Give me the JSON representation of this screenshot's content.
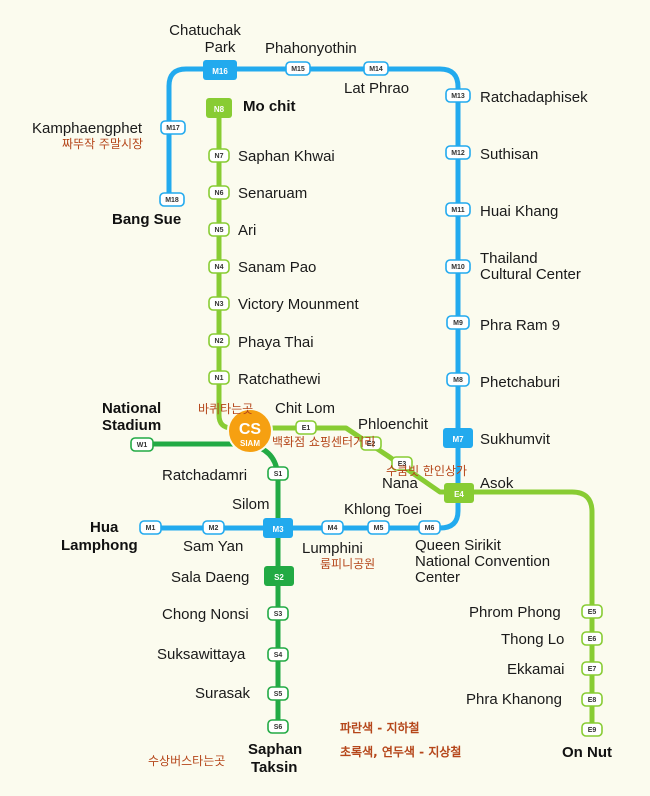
{
  "colors": {
    "blue_line": "#22aaee",
    "light_green_line": "#88cc33",
    "dark_green_line": "#22aa44",
    "interchange_orange": "#f6a011",
    "background": "#fbfbee"
  },
  "codes": {
    "M1": "M1",
    "M2": "M2",
    "M3": "M3",
    "M4": "M4",
    "M5": "M5",
    "M6": "M6",
    "M7": "M7",
    "M8": "M8",
    "M9": "M9",
    "M10": "M10",
    "M11": "M11",
    "M12": "M12",
    "M13": "M13",
    "M14": "M14",
    "M15": "M15",
    "M16": "M16",
    "M17": "M17",
    "M18": "M18",
    "N1": "N1",
    "N2": "N2",
    "N3": "N3",
    "N4": "N4",
    "N5": "N5",
    "N6": "N6",
    "N7": "N7",
    "N8": "N8",
    "E1": "E1",
    "E2": "E2",
    "E3": "E3",
    "E4": "E4",
    "E5": "E5",
    "E6": "E6",
    "E7": "E7",
    "E8": "E8",
    "E9": "E9",
    "S1": "S1",
    "S2": "S2",
    "S3": "S3",
    "S4": "S4",
    "S5": "S5",
    "S6": "S6",
    "W1": "W1",
    "CS": "CS",
    "SIAM": "SIAM"
  },
  "names": {
    "chatuchak_1": "Chatuchak",
    "chatuchak_2": "Park",
    "phahonyothin": "Phahonyothin",
    "lat_phrao": "Lat Phrao",
    "ratchadaphisek": "Ratchadaphisek",
    "mo_chit": "Mo chit",
    "kamphaengphet": "Kamphaengphet",
    "saphan_khwai": "Saphan Khwai",
    "suthisan": "Suthisan",
    "senaruam": "Senaruam",
    "bang_sue": "Bang Sue",
    "ari": "Ari",
    "huai_khang": "Huai Khang",
    "sanam_pao": "Sanam Pao",
    "thailand_1": "Thailand",
    "thailand_2": "Cultural Center",
    "victory": "Victory Mounment",
    "phra_ram_9": "Phra Ram 9",
    "phaya_thai": "Phaya Thai",
    "ratchathewi": "Ratchathewi",
    "phetchaburi": "Phetchaburi",
    "national_1": "National",
    "national_2": "Stadium",
    "chit_lom": "Chit Lom",
    "phloenchit": "Phloenchit",
    "sukhumvit": "Sukhumvit",
    "ratchadamri": "Ratchadamri",
    "nana": "Nana",
    "asok": "Asok",
    "silom": "Silom",
    "khlong_toei": "Khlong Toei",
    "hua_1": "Hua",
    "hua_2": "Lamphong",
    "sam_yan": "Sam Yan",
    "lumphini": "Lumphini",
    "queen_1": "Queen Sirikit",
    "queen_2": "National Convention",
    "queen_3": "Center",
    "sala_daeng": "Sala Daeng",
    "chong_nonsi": "Chong Nonsi",
    "phrom_phong": "Phrom Phong",
    "thong_lo": "Thong Lo",
    "suksawittaya": "Suksawittaya",
    "ekkamai": "Ekkamai",
    "surasak": "Surasak",
    "phra_khanong": "Phra Khanong",
    "saphan_taksin_1": "Saphan",
    "saphan_taksin_2": "Taksin",
    "on_nut": "On Nut"
  },
  "korean": {
    "weekend_market": "짜뚜작 주말시장",
    "pier": "바퀴타는곳",
    "mall": "백화점 쇼핑센터거리",
    "korean_street": "수쿰빗 한인상가",
    "lumphini_park": "룸피니공원",
    "boat_pier": "수상버스타는곳"
  },
  "legend": {
    "blue": "파란색 - 지하철",
    "green": "초록색, 연두색 - 지상철"
  }
}
